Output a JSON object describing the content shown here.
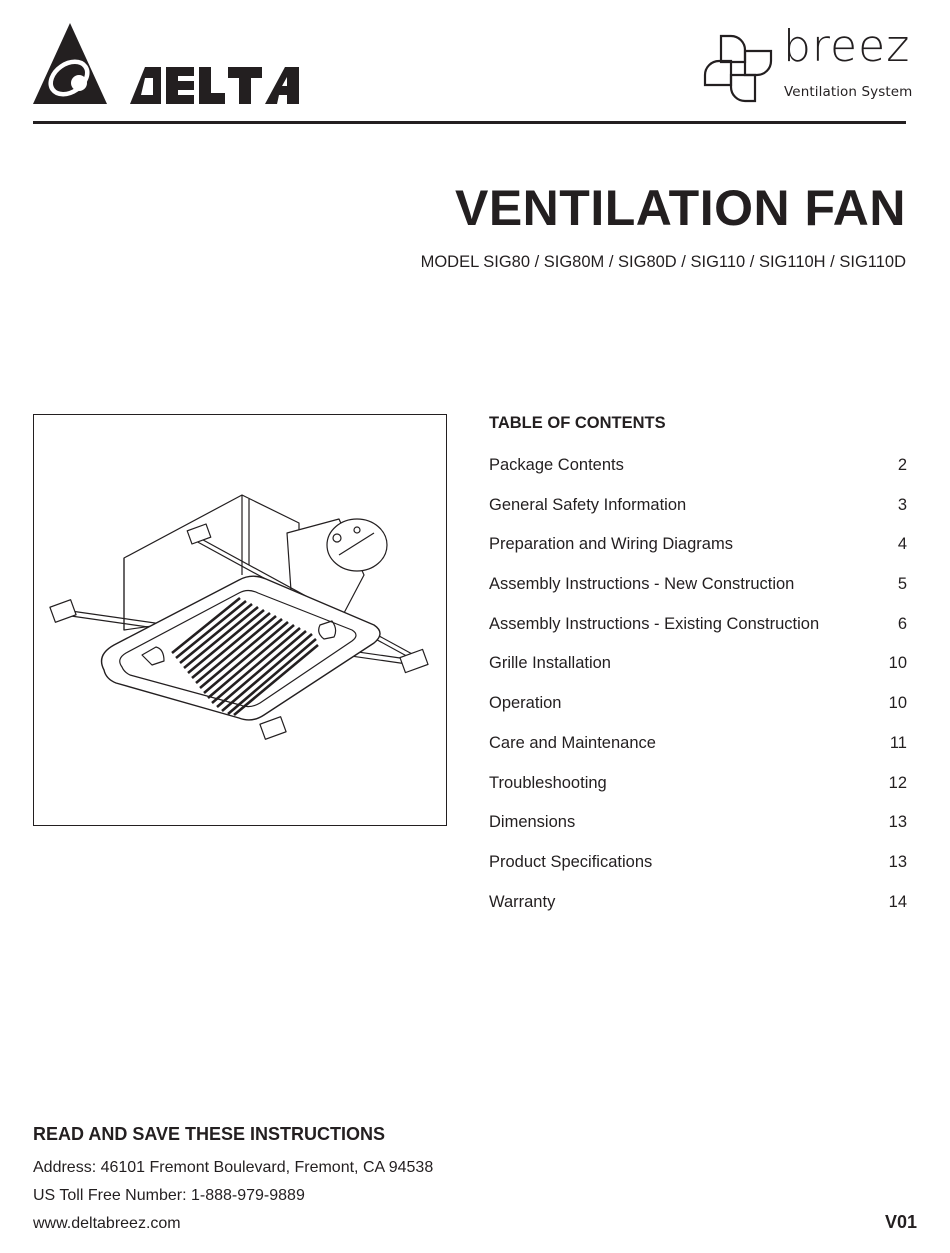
{
  "header": {
    "brand_left": "DELTA",
    "brand_right": {
      "name": "breez",
      "tagline": "Ventilation System"
    }
  },
  "document": {
    "title": "VENTILATION FAN",
    "models_line": "MODEL SIG80 / SIG80M / SIG80D / SIG110 / SIG110H / SIG110D"
  },
  "figure": {
    "description": "Ceiling ventilation fan housing with grille, hanger bars, and duct connector"
  },
  "toc": {
    "heading": "TABLE OF CONTENTS",
    "items": [
      {
        "label": "Package Contents",
        "page": "2"
      },
      {
        "label": "General Safety Information",
        "page": "3"
      },
      {
        "label": "Preparation and Wiring Diagrams",
        "page": "4"
      },
      {
        "label": "Assembly Instructions - New Construction",
        "page": "5"
      },
      {
        "label": "Assembly Instructions - Existing Construction",
        "page": "6"
      },
      {
        "label": "Grille Installation",
        "page": "10"
      },
      {
        "label": "Operation",
        "page": "10"
      },
      {
        "label": "Care and Maintenance",
        "page": "11"
      },
      {
        "label": "Troubleshooting",
        "page": "12"
      },
      {
        "label": "Dimensions",
        "page": "13"
      },
      {
        "label": "Product Specifications",
        "page": "13"
      },
      {
        "label": "Warranty",
        "page": "14"
      }
    ]
  },
  "footer": {
    "heading": "READ AND SAVE THESE INSTRUCTIONS",
    "address": "Address: 46101 Fremont Boulevard, Fremont, CA 94538",
    "phone": "US Toll Free Number: 1-888-979-9889",
    "website": "www.deltabreez.com",
    "version": "V01"
  },
  "colors": {
    "ink": "#231f20",
    "background": "#ffffff"
  }
}
